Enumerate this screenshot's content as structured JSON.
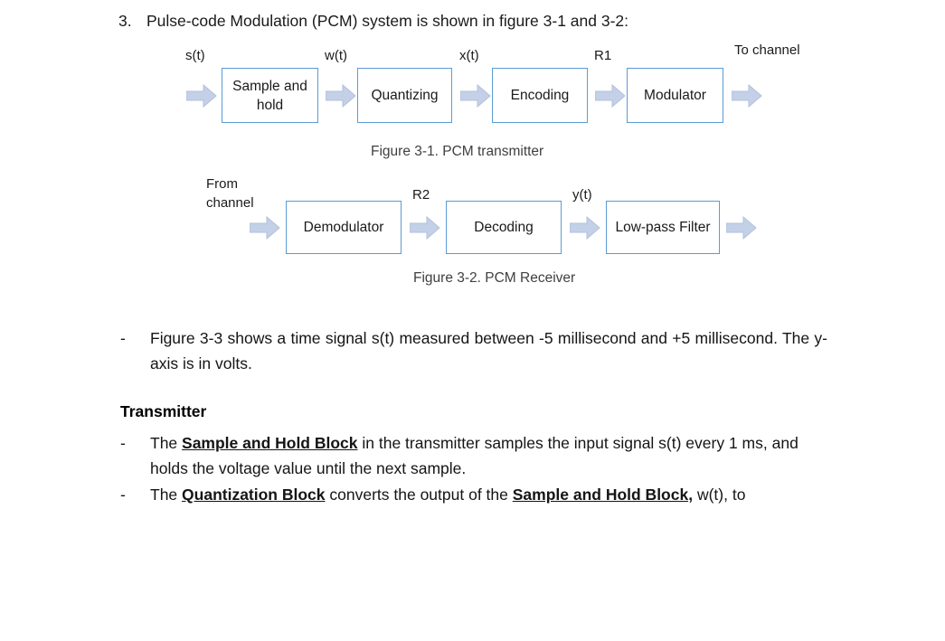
{
  "heading": {
    "number": "3.",
    "text": "Pulse-code Modulation (PCM) system is shown in figure 3-1 and 3-2:"
  },
  "colors": {
    "box_border": "#5b9bd5",
    "arrow_fill": "#c3d0e8",
    "arrow_stroke": "#aab8d4",
    "text": "#1a1a1a",
    "caption": "#404040"
  },
  "transmitter_diagram": {
    "caption": "Figure 3-1. PCM transmitter",
    "blocks": [
      {
        "label": "Sample and hold"
      },
      {
        "label": "Quantizing"
      },
      {
        "label": "Encoding"
      },
      {
        "label": "Modulator"
      }
    ],
    "signal_labels": [
      {
        "text": "s(t)"
      },
      {
        "text": "w(t)"
      },
      {
        "text": "x(t)"
      },
      {
        "text": "R1"
      },
      {
        "text": "To channel"
      }
    ]
  },
  "receiver_diagram": {
    "caption": "Figure 3-2. PCM Receiver",
    "blocks": [
      {
        "label": "Demodulator"
      },
      {
        "label": "Decoding"
      },
      {
        "label": "Low-pass Filter"
      }
    ],
    "signal_labels": [
      {
        "text": "From channel"
      },
      {
        "text": "R2"
      },
      {
        "text": "y(t)"
      }
    ]
  },
  "body": {
    "bullet_marker": "-",
    "figure_note": "Figure 3-3 shows a time signal s(t) measured between -5 millisecond and +5 millisecond. The y-axis is in volts.",
    "transmitter_title": "Transmitter",
    "bullet_1": {
      "before": "The ",
      "emph": "Sample and Hold Block",
      "after": " in the transmitter samples the input signal s(t) every 1 ms, and holds the voltage value until the next sample."
    },
    "bullet_2": {
      "before": "The ",
      "emph_1": "Quantization Block",
      "middle": " converts the output of the ",
      "emph_2": "Sample and Hold Block,",
      "after": " w(t), to"
    }
  }
}
